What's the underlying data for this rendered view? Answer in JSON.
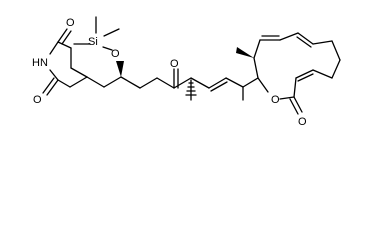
{
  "molecule": {
    "atom_labels": {
      "nh": "HN",
      "o_imide_top": "O",
      "o_imide_bottom": "O",
      "si": "Si",
      "o_silyl_ether": "O",
      "o_ketone": "O",
      "o_lactone_ring": "O",
      "o_lactone_carbonyl": "O"
    }
  },
  "colors": {
    "ink": "#000000",
    "background": "#ffffff"
  }
}
